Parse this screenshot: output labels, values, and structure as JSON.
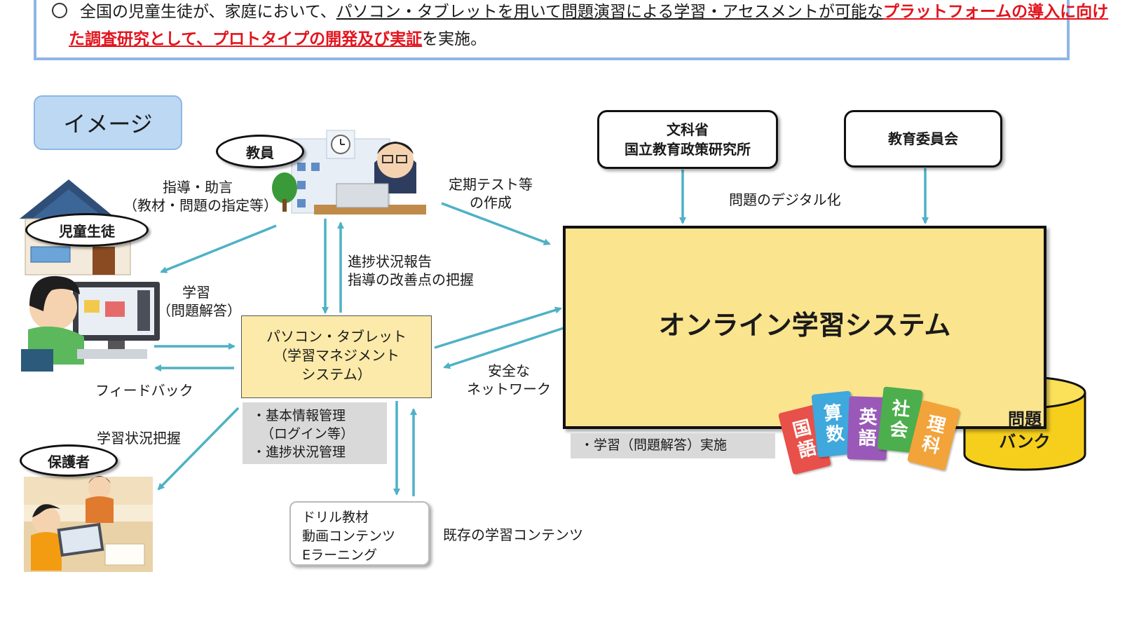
{
  "intro": {
    "pre": "全国の児童生徒が、家庭において、",
    "underlined": "パソコン・タブレットを用いて問題演習による学習・アセスメントが可能な",
    "red_line1": "プラットフォームの導入に向け",
    "red_line2": "た調査研究として、プロトタイプの開発及び実証",
    "post": "を実施。"
  },
  "image_label": "イメージ",
  "actors": {
    "teacher": "教員",
    "student": "児童生徒",
    "guardian": "保護者"
  },
  "orgs": {
    "mext_line1": "文科省",
    "mext_line2": "国立教育政策研究所",
    "board": "教育委員会"
  },
  "labels": {
    "guidance_line1": "指導・助言",
    "guidance_line2": "（教材・問題の指定等）",
    "test_line1": "定期テスト等",
    "test_line2": "の作成",
    "digitize": "問題のデジタル化",
    "progress_line1": "進捗状況報告",
    "progress_line2": "指導の改善点の把握",
    "learn_line1": "学習",
    "learn_line2": "（問題解答）",
    "feedback": "フィードバック",
    "learning_status": "学習状況把握",
    "network_line1": "安全な",
    "network_line2": "ネットワーク",
    "existing": "既存の学習コンテンツ"
  },
  "pc_box": {
    "line1": "パソコン・タブレット",
    "line2": "（学習マネジメント",
    "line3": "システム）"
  },
  "pc_features": {
    "line1": "・基本情報管理",
    "line2": "（ログイン等）",
    "line3": "・進捗状況管理"
  },
  "online_system": "オンライン学習システム",
  "online_feature": "・学習（問題解答）実施",
  "drill": {
    "line1": "ドリル教材",
    "line2": "動画コンテンツ",
    "line3": "Eラーニング"
  },
  "books": [
    {
      "line1": "国",
      "line2": "語",
      "color": "#e8504a"
    },
    {
      "line1": "算",
      "line2": "数",
      "color": "#3fa8dc"
    },
    {
      "line1": "英",
      "line2": "語",
      "color": "#9a58b8"
    },
    {
      "line1": "社",
      "line2": "会",
      "color": "#4cae4c"
    },
    {
      "line1": "理",
      "line2": "科",
      "color": "#f2a33a"
    }
  ],
  "bank": {
    "line1": "問題",
    "line2": "バンク"
  },
  "colors": {
    "arrow": "#4eb1c6",
    "online_fill": "#fbe48e",
    "pc_fill": "#fbeaa9",
    "accent_red": "#e3141d",
    "image_label_fill": "#bcd8f3"
  }
}
